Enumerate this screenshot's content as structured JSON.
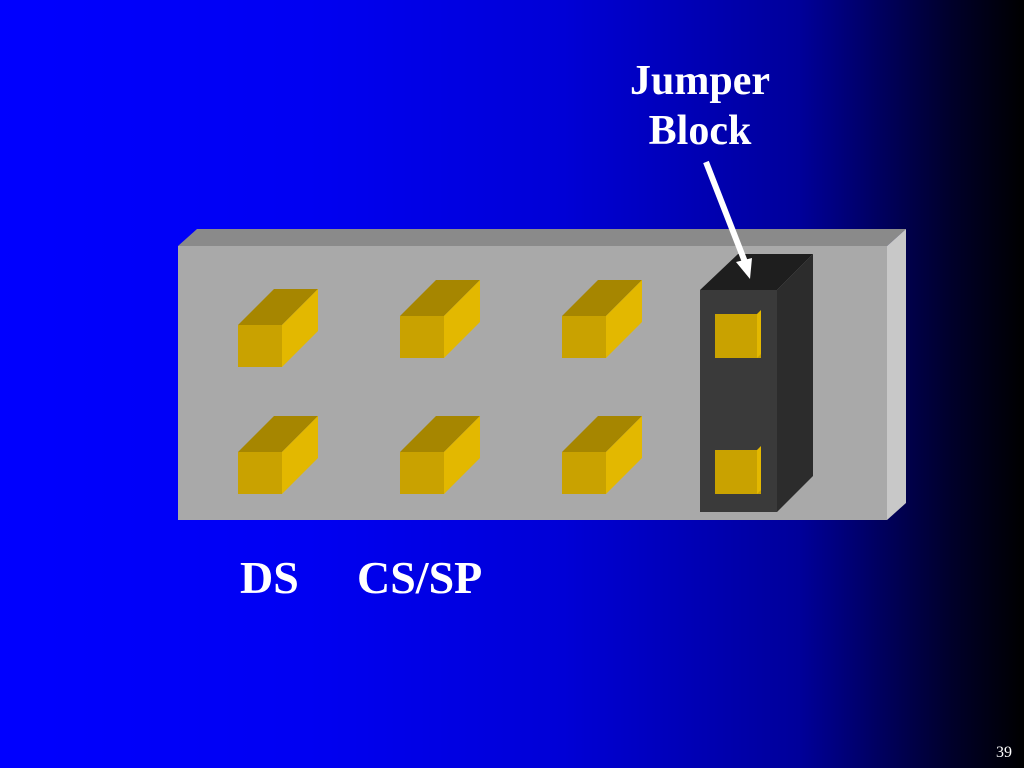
{
  "callout": {
    "line1": "Jumper",
    "line2": "Block"
  },
  "labels": {
    "ds": "DS",
    "cssp": "CS/SP"
  },
  "slide_number": "39",
  "colors": {
    "background_start": "#0000ff",
    "background_end": "#000000",
    "board_front": "#a9a9a9",
    "board_top": "#8a8a8a",
    "board_side": "#c8c8c8",
    "pin_front": "#c9a200",
    "pin_top": "#a68600",
    "pin_side": "#e3b800",
    "jumper_front": "#3a3a3a",
    "jumper_top": "#1e1e1e",
    "jumper_side": "#2c2c2c",
    "arrow": "#ffffff"
  }
}
